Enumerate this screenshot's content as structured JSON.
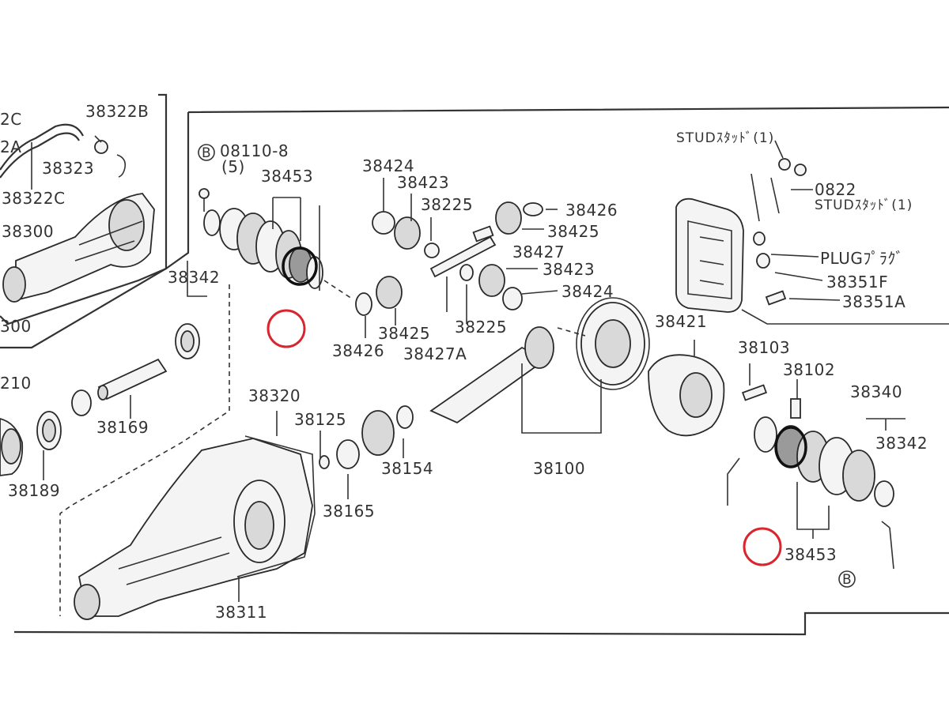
{
  "labels": {
    "p38322C_top": "2C",
    "p38322B": "38322B",
    "p2A": "2A",
    "p38323": "38323",
    "p38322C": "38322C",
    "p38300a": "38300",
    "p38300b": "300",
    "p210": "210",
    "p38189": "38189",
    "p38169": "38169",
    "bolt_ref": "08110-8",
    "bolt_qty": "(5)",
    "b_marker": "B",
    "b_marker2": "B",
    "p38453a": "38453",
    "p38342a": "38342",
    "p38424a": "38424",
    "p38423a": "38423",
    "p38225a": "38225",
    "p38426a": "38426",
    "p38425a": "38425",
    "p38427": "38427",
    "p38423b": "38423",
    "p38424b": "38424",
    "p38425b": "38425",
    "p38225b": "38225",
    "p38426b": "38426",
    "p38427A": "38427A",
    "p38421": "38421",
    "p38103": "38103",
    "p38102": "38102",
    "p38340": "38340",
    "p38342b": "38342",
    "p38453b": "38453",
    "p38320": "38320",
    "p38125": "38125",
    "p38154": "38154",
    "p38165": "38165",
    "p38100": "38100",
    "p38311": "38311",
    "stud1": "STUDｽﾀｯﾄﾞ(1)",
    "p0822": "0822",
    "stud2": "STUDｽﾀｯﾄﾞ(1)",
    "plug": "PLUGﾌﾟﾗｸﾞ",
    "p38351F": "38351F",
    "p38351A": "38351A"
  },
  "colors": {
    "line": "#333333",
    "annotation_red": "#d9252e",
    "annotation_black": "#111111",
    "background": "#ffffff"
  }
}
